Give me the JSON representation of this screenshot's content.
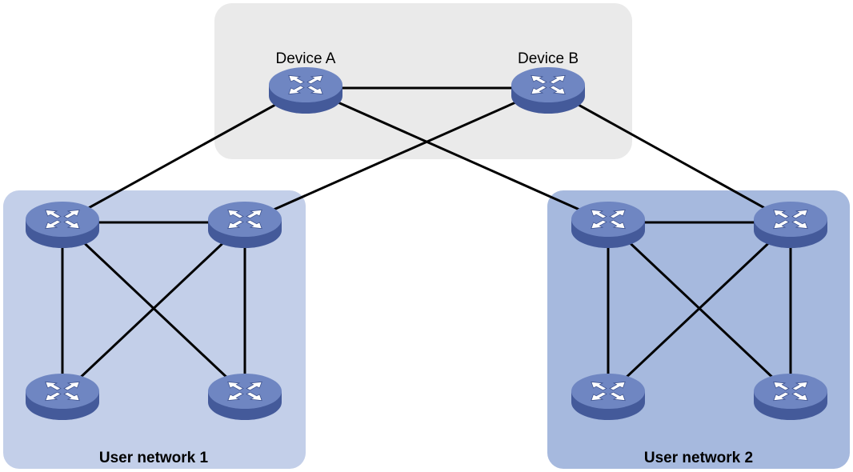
{
  "zones": [
    {
      "id": "core",
      "label": "",
      "fill": "#eaeaea"
    },
    {
      "id": "net1",
      "label": "User network 1",
      "fill": "#c3cfe9"
    },
    {
      "id": "net2",
      "label": "User network 2",
      "fill": "#a6b9de"
    }
  ],
  "devices": [
    {
      "id": "A",
      "label": "Device A",
      "icon": "switch-icon"
    },
    {
      "id": "B",
      "label": "Device B",
      "icon": "switch-icon"
    },
    {
      "id": "n1a",
      "label": "",
      "icon": "switch-icon"
    },
    {
      "id": "n1b",
      "label": "",
      "icon": "switch-icon"
    },
    {
      "id": "n1c",
      "label": "",
      "icon": "switch-icon"
    },
    {
      "id": "n1d",
      "label": "",
      "icon": "switch-icon"
    },
    {
      "id": "n2a",
      "label": "",
      "icon": "switch-icon"
    },
    {
      "id": "n2b",
      "label": "",
      "icon": "switch-icon"
    },
    {
      "id": "n2c",
      "label": "",
      "icon": "switch-icon"
    },
    {
      "id": "n2d",
      "label": "",
      "icon": "switch-icon"
    }
  ],
  "links": [
    [
      "A",
      "B"
    ],
    [
      "A",
      "n1a"
    ],
    [
      "A",
      "n2a"
    ],
    [
      "B",
      "n1b"
    ],
    [
      "B",
      "n2b"
    ],
    [
      "n1a",
      "n1b"
    ],
    [
      "n1a",
      "n1c"
    ],
    [
      "n1a",
      "n1d"
    ],
    [
      "n1b",
      "n1c"
    ],
    [
      "n1b",
      "n1d"
    ],
    [
      "n2a",
      "n2b"
    ],
    [
      "n2a",
      "n2c"
    ],
    [
      "n2a",
      "n2d"
    ],
    [
      "n2b",
      "n2c"
    ],
    [
      "n2b",
      "n2d"
    ]
  ],
  "colors": {
    "link": "#000000",
    "device_top": "#6f86c2",
    "device_side": "#445a9a",
    "device_arrows": "#ffffff"
  }
}
